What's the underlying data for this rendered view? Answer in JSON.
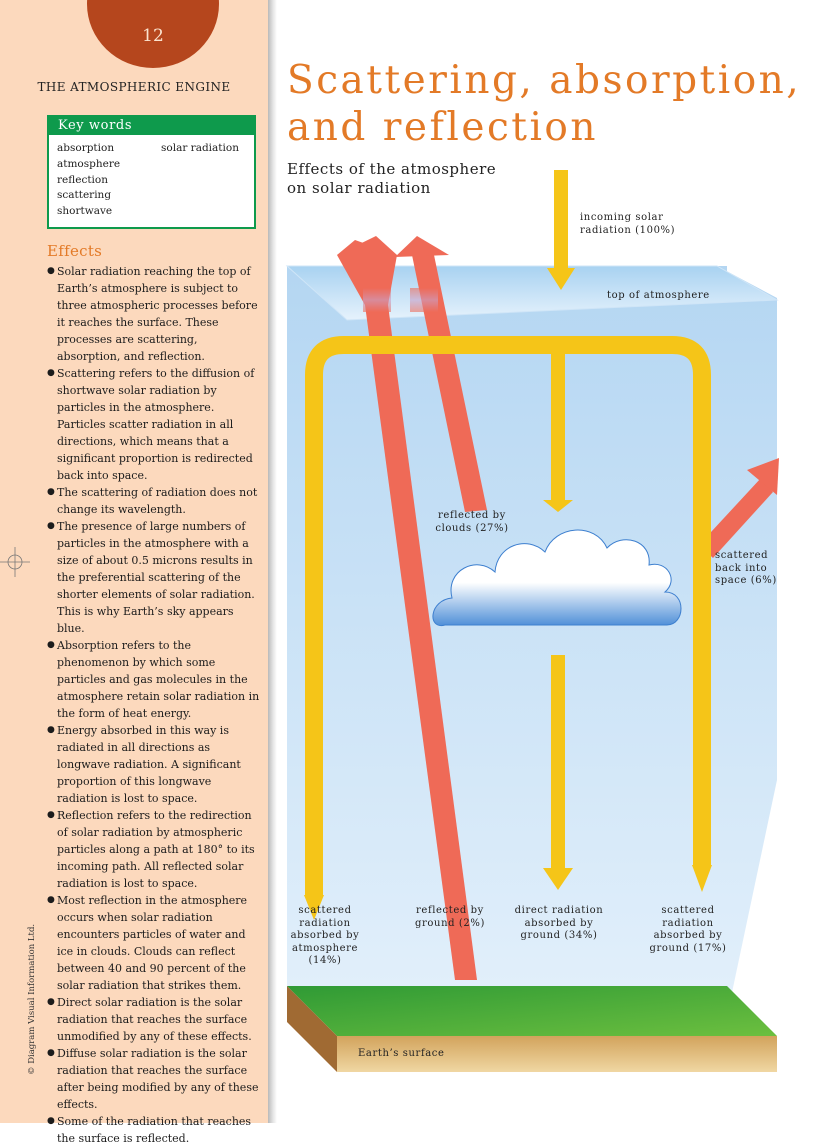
{
  "page": {
    "number": "12",
    "section": "THE ATMOSPHERIC ENGINE"
  },
  "title_line1": "Scattering, absorption,",
  "title_line2": "and reflection",
  "subtitle_line1": "Effects of the atmosphere",
  "subtitle_line2": "on solar radiation",
  "keywords": {
    "heading": "Key words",
    "column1": [
      "absorption",
      "atmosphere",
      "reflection",
      "scattering",
      "shortwave"
    ],
    "column2": [
      "solar radiation"
    ]
  },
  "effects": {
    "heading": "Effects",
    "items": [
      "Solar radiation reaching the top of Earth’s atmosphere is subject to three atmospheric processes before it reaches the surface. These processes are scattering, absorption, and reflection.",
      "Scattering refers to the diffusion of shortwave solar radiation by particles in the atmosphere. Particles scatter radiation in all directions, which means that a significant proportion is redirected back into space.",
      "The scattering of radiation does not change its wavelength.",
      "The presence of large numbers of particles in the atmosphere with a size of about 0.5 microns results in the preferential scattering of the shorter elements of solar radiation. This is why Earth’s sky appears blue.",
      "Absorption refers to the phenomenon by which some particles and gas molecules in the atmosphere retain solar radiation in the form of heat energy.",
      "Energy absorbed in this way is radiated in all directions as longwave radiation. A significant proportion of this longwave radiation is lost to space.",
      "Reflection refers to the redirection of solar radiation by atmospheric particles along a path at 180° to its incoming path. All reflected solar radiation is lost to space.",
      "Most reflection in the atmosphere occurs when solar radiation encounters particles of water and ice in clouds. Clouds can reflect between 40 and 90 percent of the solar radiation that strikes them.",
      "Direct solar radiation is the solar radiation that reaches the surface unmodified by any of these effects.",
      "Diffuse solar radiation is the solar radiation that reaches the surface after being modified by any of these effects.",
      "Some of the radiation that reaches the surface is reflected."
    ]
  },
  "copyright": "© Diagram Visual Information Ltd.",
  "diagram": {
    "incoming": [
      "incoming solar",
      "radiation (100%)"
    ],
    "top_of_atmosphere": "top of atmosphere",
    "reflected_clouds": [
      "reflected by",
      "clouds (27%)"
    ],
    "scattered_space": [
      "scattered",
      "back into",
      "space (6%)"
    ],
    "scattered_absorbed_atm": [
      "scattered",
      "radiation",
      "absorbed by",
      "atmosphere",
      "(14%)"
    ],
    "reflected_ground": [
      "reflected by",
      "ground (2%)"
    ],
    "direct_absorbed": [
      "direct radiation",
      "absorbed by",
      "ground (34%)"
    ],
    "scattered_absorbed_ground": [
      "scattered",
      "radiation",
      "absorbed by",
      "ground (17%)"
    ],
    "earth_surface": "Earth’s surface"
  },
  "colors": {
    "sidebar": "#fcd9bd",
    "page_tab": "#b5461d",
    "title_orange": "#e37a27",
    "keywords_green": "#0e9a4c",
    "arrow_yellow": "#f5c518",
    "arrow_red": "#ef6a57",
    "sky_blue": "#b8d9f1",
    "ground_green": "#3ea23a"
  }
}
